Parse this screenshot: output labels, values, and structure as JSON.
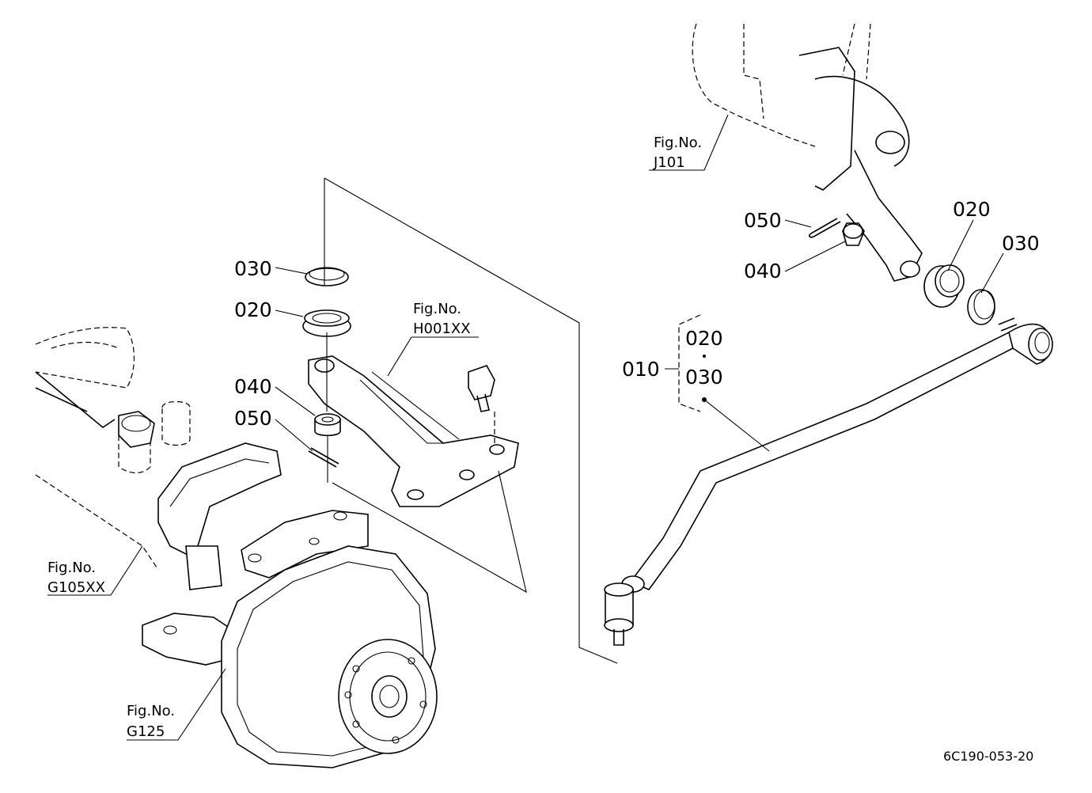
{
  "labels": {
    "left_030": "030",
    "left_020": "020",
    "left_040": "040",
    "left_050": "050",
    "right_050": "050",
    "right_040": "040",
    "right_020": "020",
    "right_030": "030",
    "assy_010": "010",
    "assy_020": "020",
    "assy_030": "030"
  },
  "figure_refs": {
    "h001xx": {
      "line1": "Fig.No.",
      "line2": "H001XX"
    },
    "j101": {
      "line1": "Fig.No.",
      "line2": "J101"
    },
    "g105xx": {
      "line1": "Fig.No.",
      "line2": "G105XX"
    },
    "g125": {
      "line1": "Fig.No.",
      "line2": "G125"
    }
  },
  "drawing_code": "6C190-053-20"
}
